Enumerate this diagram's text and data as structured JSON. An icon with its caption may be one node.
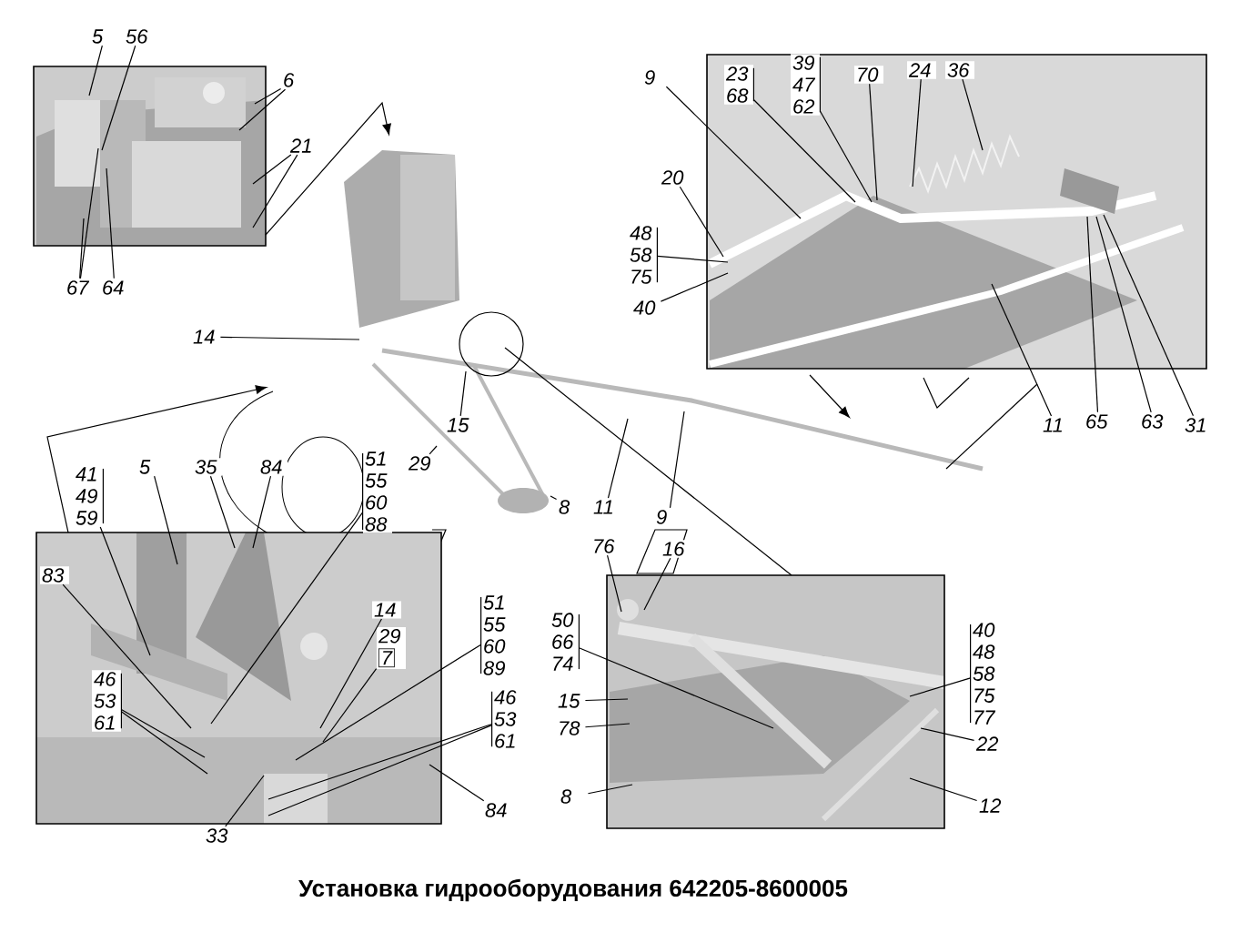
{
  "diagram": {
    "title": "Установка гидрооборудования 642205-8600005",
    "nodes": [
      {
        "text": [
          "5"
        ]
      },
      {
        "text": [
          "56"
        ]
      },
      {
        "text": [
          "6"
        ]
      },
      {
        "text": [
          "21"
        ]
      },
      {
        "text": [
          "67"
        ]
      },
      {
        "text": [
          "64"
        ]
      },
      {
        "text": [
          "9"
        ]
      },
      {
        "text": [
          "23 68"
        ]
      },
      {
        "text": [
          "39 47 62"
        ]
      },
      {
        "text": [
          "70"
        ]
      },
      {
        "text": [
          "24"
        ]
      },
      {
        "text": [
          "36"
        ]
      },
      {
        "text": [
          "20"
        ]
      },
      {
        "text": [
          "48 58 75"
        ]
      },
      {
        "text": [
          "40"
        ]
      },
      {
        "text": [
          "14"
        ]
      },
      {
        "text": [
          "15"
        ]
      },
      {
        "text": [
          "29"
        ]
      },
      {
        "text": [
          "11"
        ]
      },
      {
        "text": [
          "65"
        ]
      },
      {
        "text": [
          "63"
        ]
      },
      {
        "text": [
          "31"
        ]
      },
      {
        "text": [
          "8"
        ]
      },
      {
        "text": [
          "11"
        ]
      },
      {
        "text": [
          "9"
        ]
      },
      {
        "text": [
          "41 49 59"
        ]
      },
      {
        "text": [
          "5"
        ]
      },
      {
        "text": [
          "35"
        ]
      },
      {
        "text": [
          "84"
        ]
      },
      {
        "text": [
          "51 55 60 88"
        ]
      },
      {
        "text": [
          "83"
        ]
      },
      {
        "text": [
          "14"
        ]
      },
      {
        "text": [
          "29",
          "7"
        ]
      },
      {
        "text": [
          "51 55 60 89"
        ]
      },
      {
        "text": [
          "46 53 61"
        ]
      },
      {
        "text": [
          "46 53 61"
        ]
      },
      {
        "text": [
          "84"
        ]
      },
      {
        "text": [
          "33"
        ]
      },
      {
        "text": [
          "76"
        ]
      },
      {
        "text": [
          "16"
        ]
      },
      {
        "text": [
          "50 66 74"
        ]
      },
      {
        "text": [
          "15"
        ]
      },
      {
        "text": [
          "78"
        ]
      },
      {
        "text": [
          "8"
        ]
      },
      {
        "text": [
          "40 48 58 75 77"
        ]
      },
      {
        "text": [
          "22"
        ]
      },
      {
        "text": [
          "12"
        ]
      }
    ],
    "edges": [
      {
        "from": 0,
        "to": null,
        "arrow": "none"
      },
      {
        "from": 1,
        "to": null,
        "arrow": "none"
      },
      {
        "from": 2,
        "to": null,
        "arrow": "none"
      },
      {
        "from": 2,
        "to": null,
        "arrow": "none"
      },
      {
        "from": 3,
        "to": null,
        "arrow": "none"
      },
      {
        "from": 3,
        "to": null,
        "arrow": "none"
      },
      {
        "from": 4,
        "to": null,
        "arrow": "none"
      },
      {
        "from": 4,
        "to": null,
        "arrow": "none"
      },
      {
        "from": 5,
        "to": null,
        "arrow": "none"
      },
      {
        "from": 6,
        "to": null,
        "arrow": "none"
      },
      {
        "from": 7,
        "to": null,
        "arrow": "none"
      },
      {
        "from": 8,
        "to": null,
        "arrow": "none"
      },
      {
        "from": 9,
        "to": null,
        "arrow": "none"
      },
      {
        "from": 10,
        "to": null,
        "arrow": "none"
      },
      {
        "from": 11,
        "to": null,
        "arrow": "none"
      },
      {
        "from": 12,
        "to": null,
        "arrow": "none"
      },
      {
        "from": 13,
        "to": null,
        "arrow": "none"
      },
      {
        "from": 14,
        "to": null,
        "arrow": "none"
      },
      {
        "from": 15,
        "to": null,
        "arrow": "none"
      },
      {
        "from": 16,
        "to": null,
        "arrow": "none"
      },
      {
        "from": 17,
        "to": null,
        "arrow": "none"
      },
      {
        "from": 18,
        "to": null,
        "arrow": "none"
      },
      {
        "from": 19,
        "to": null,
        "arrow": "none"
      },
      {
        "from": 20,
        "to": null,
        "arrow": "none"
      },
      {
        "from": 21,
        "to": null,
        "arrow": "none"
      },
      {
        "from": 22,
        "to": null,
        "arrow": "none"
      },
      {
        "from": 23,
        "to": null,
        "arrow": "none"
      },
      {
        "from": 24,
        "to": null,
        "arrow": "none"
      },
      {
        "from": 25,
        "to": null,
        "arrow": "none"
      },
      {
        "from": 26,
        "to": null,
        "arrow": "none"
      },
      {
        "from": 27,
        "to": null,
        "arrow": "none"
      },
      {
        "from": 28,
        "to": null,
        "arrow": "none"
      },
      {
        "from": 29,
        "to": null,
        "arrow": "none"
      },
      {
        "from": 30,
        "to": null,
        "arrow": "none"
      },
      {
        "from": 31,
        "to": null,
        "arrow": "none"
      },
      {
        "from": 32,
        "to": null,
        "arrow": "none"
      },
      {
        "from": 33,
        "to": null,
        "arrow": "none"
      },
      {
        "from": 34,
        "to": null,
        "arrow": "none"
      },
      {
        "from": 34,
        "to": null,
        "arrow": "none"
      },
      {
        "from": 35,
        "to": null,
        "arrow": "none"
      },
      {
        "from": 35,
        "to": null,
        "arrow": "none"
      },
      {
        "from": 36,
        "to": null,
        "arrow": "none"
      },
      {
        "from": 37,
        "to": null,
        "arrow": "none"
      },
      {
        "from": 38,
        "to": null,
        "arrow": "none"
      },
      {
        "from": 39,
        "to": null,
        "arrow": "none"
      },
      {
        "from": 40,
        "to": null,
        "arrow": "none"
      },
      {
        "from": 41,
        "to": null,
        "arrow": "none"
      },
      {
        "from": 42,
        "to": null,
        "arrow": "none"
      },
      {
        "from": 43,
        "to": null,
        "arrow": "none"
      },
      {
        "from": 44,
        "to": null,
        "arrow": "none"
      },
      {
        "from": 45,
        "to": null,
        "arrow": "none"
      },
      {
        "from": 46,
        "to": null,
        "arrow": "none"
      }
    ]
  }
}
